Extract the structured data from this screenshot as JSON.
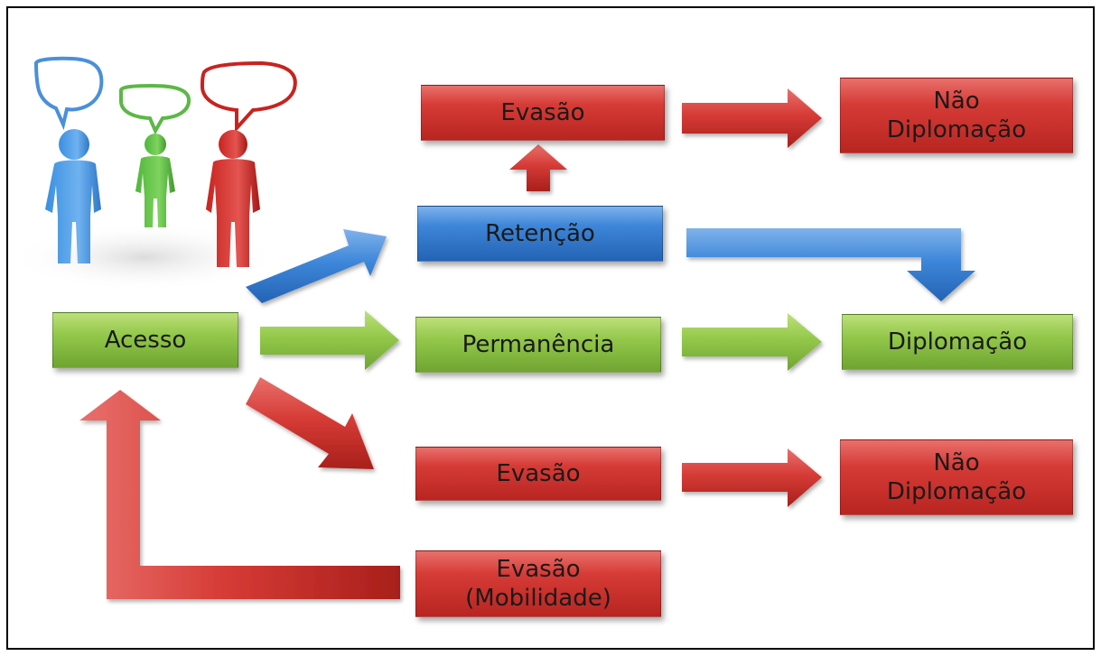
{
  "nodes": {
    "acesso": "Acesso",
    "retencao": "Retenção",
    "permanencia": "Permanência",
    "diplomacao": "Diplomação",
    "evasao_top": "Evasão",
    "nao_diplomacao_top_line1": "Não",
    "nao_diplomacao_top_line2": "Diplomação",
    "evasao_mid": "Evasão",
    "nao_diplomacao_bottom_line1": "Não",
    "nao_diplomacao_bottom_line2": "Diplomação",
    "evasao_mobilidade_line1": "Evasão",
    "evasao_mobilidade_line2": "(Mobilidade)"
  },
  "colors": {
    "red": "#d63b36",
    "blue": "#3d86d9",
    "green": "#93c84a"
  },
  "icons": {
    "people": "people-talking-icon"
  }
}
